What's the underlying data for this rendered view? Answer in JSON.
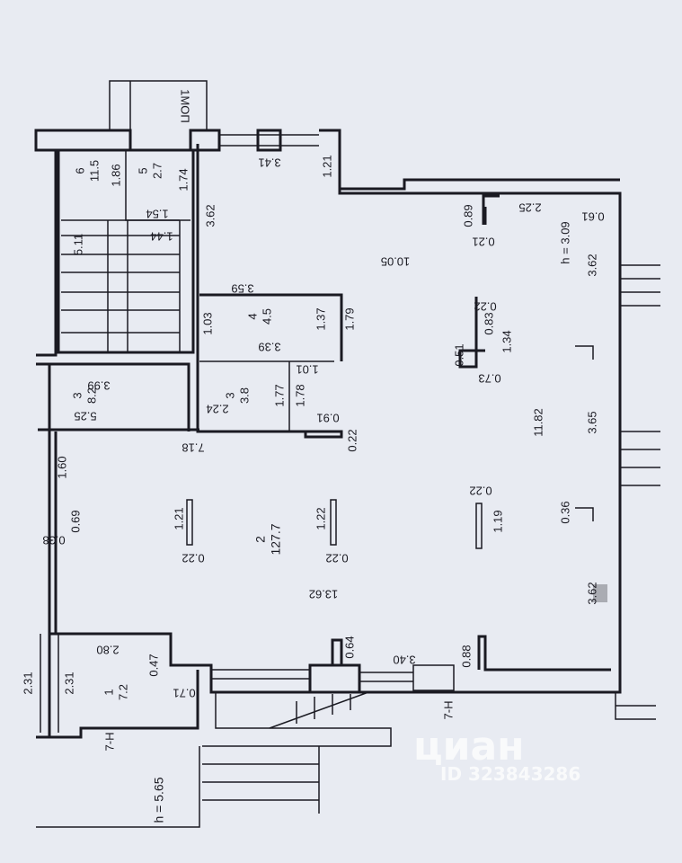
{
  "title": "Floor plan",
  "rooms": {
    "mop": "1МОП",
    "r1_num": "1",
    "r1_area": "7.2",
    "r2_num": "2",
    "r2_area": "127.7",
    "r3a_num": "3",
    "r3a_area": "8.2",
    "r3b_num": "3",
    "r3b_area": "3.8",
    "r4_num": "4",
    "r4_area": "4.5",
    "r5_num": "5",
    "r5_area": "2.7",
    "r6_num": "6",
    "r6_area": "11.5"
  },
  "heights": {
    "main": "h = 3.09",
    "entrance": "h = 5.65"
  },
  "sections": [
    "7-H",
    "7-H"
  ],
  "dims": [
    "3.41",
    "1.21",
    "1.86",
    "1.74",
    "1.54",
    "1.44",
    "5.11",
    "3.62",
    "3.59",
    "3.39",
    "1.03",
    "1.37",
    "1.79",
    "3.99",
    "5.25",
    "2.24",
    "1.77",
    "1.78",
    "1.01",
    "0.91",
    "0.22",
    "7.18",
    "1.60",
    "0.69",
    "0.38",
    "1.21",
    "0.22",
    "1.22",
    "0.22",
    "0.22",
    "1.19",
    "13.62",
    "0.36",
    "3.62",
    "11.82",
    "3.65",
    "3.62",
    "0.61",
    "2.25",
    "0.89",
    "0.21",
    "10.05",
    "0.22",
    "0.83",
    "0.51",
    "1.34",
    "0.73",
    "0.64",
    "3.40",
    "0.88",
    "2.80",
    "0.47",
    "2.31",
    "2.31",
    "0.71"
  ],
  "watermark": {
    "brand": "циан",
    "id": "ID 323843286"
  }
}
